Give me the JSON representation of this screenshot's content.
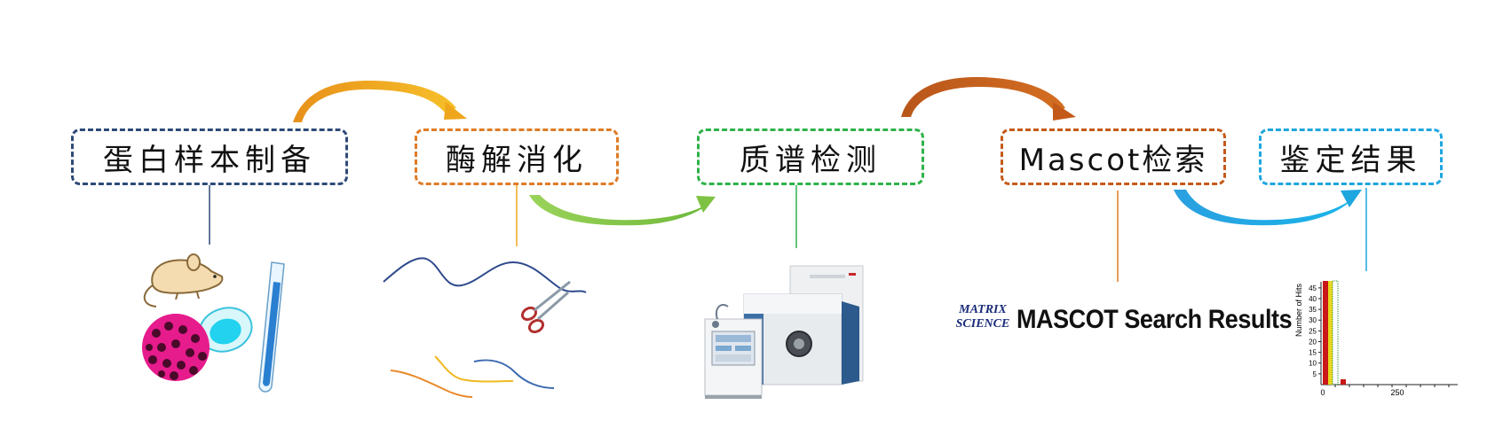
{
  "steps": [
    {
      "label": "蛋白样本制备",
      "color": "#2e4a78"
    },
    {
      "label": "酶解消化",
      "color": "#e07b26"
    },
    {
      "label": "质谱检测",
      "color": "#2db24a"
    },
    {
      "label": "Mascot检索",
      "color": "#c45a1a"
    },
    {
      "label": "鉴定结果",
      "color": "#1ea6df"
    }
  ],
  "arrows": [
    {
      "from": "protein-prep",
      "to": "digestion",
      "color": "#f0a61c"
    },
    {
      "from": "digestion",
      "to": "ms-detection",
      "color": "#7dc242"
    },
    {
      "from": "ms-detection",
      "to": "mascot-search",
      "color": "#c45a1a"
    },
    {
      "from": "mascot-search",
      "to": "results",
      "color": "#1ea6df"
    }
  ],
  "mascot": {
    "logo_line1": "MATRIX",
    "logo_line2": "SCIENCE",
    "title": "MASCOT Search Results"
  },
  "histogram": {
    "ylabel": "Number of Hits",
    "y_ticks": [
      "45",
      "40",
      "35",
      "30",
      "25",
      "20",
      "15",
      "10",
      "5"
    ],
    "x_ticks": [
      "0",
      "250"
    ]
  },
  "icons": [
    "mouse-icon",
    "cell-icon",
    "petri-dish-icon",
    "test-tube-icon",
    "peptide-chain-icon",
    "scissors-icon",
    "mass-spectrometer-icon"
  ]
}
